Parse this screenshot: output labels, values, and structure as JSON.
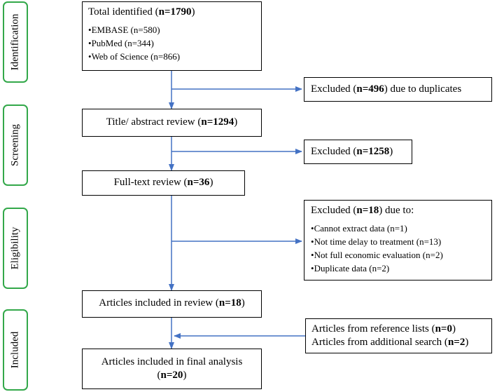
{
  "phases": {
    "identification": "Identification",
    "screening": "Screening",
    "eligibility": "Eligibility",
    "included": "Included"
  },
  "identified": {
    "title": "Total identified (",
    "count": "n=1790",
    "close": ")",
    "sources": [
      "EMBASE (n=580)",
      "PubMed (n=344)",
      "Web of Science (n=866)"
    ]
  },
  "duplicates": {
    "pre": "Excluded (",
    "count": "n=496",
    "post": ") due to duplicates"
  },
  "title_review": {
    "pre": "Title/ abstract review (",
    "count": "n=1294",
    "post": ")"
  },
  "screen_excluded": {
    "pre": "Excluded (",
    "count": "n=1258",
    "post": ")"
  },
  "fulltext": {
    "pre": "Full-text review (",
    "count": "n=36",
    "post": ")"
  },
  "full_excluded": {
    "pre": "Excluded (",
    "count": "n=18",
    "post": ") due to:",
    "reasons": [
      "Cannot extract data (n=1)",
      "Not time delay to treatment (n=13)",
      "Not full economic evaluation (n=2)",
      "Duplicate data (n=2)"
    ]
  },
  "included_review": {
    "pre": "Articles included in review (",
    "count": "n=18",
    "post": ")"
  },
  "additional": {
    "line1_pre": "Articles from reference lists (",
    "line1_count": "n=0",
    "line1_post": ")",
    "line2_pre": "Articles from additional search (",
    "line2_count": "n=2",
    "line2_post": ")"
  },
  "final": {
    "line1": "Articles included in final analysis",
    "pre": "(",
    "count": "n=20",
    "post": ")"
  },
  "colors": {
    "arrow": "#4472c4",
    "phase_border": "#33a84a",
    "box_border": "#000000"
  }
}
